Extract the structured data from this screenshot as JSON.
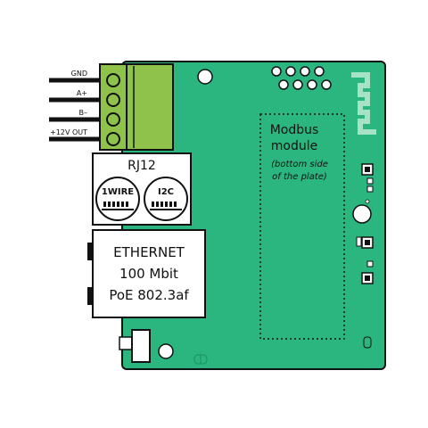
{
  "colors": {
    "pcb": "#2bb57f",
    "pcb_outline": "#111111",
    "terminal": "#8fc24a",
    "pad": "#ffffff",
    "wire": "#111111"
  },
  "pins": {
    "gnd": "GND",
    "a_plus": "A+",
    "b_minus": "B–",
    "plus12v_out": "+12V OUT"
  },
  "rj12": {
    "title": "RJ12",
    "jack1": "1WIRE",
    "jack2": "I2C"
  },
  "ethernet": {
    "line1": "ETHERNET",
    "line2": "100 Mbit",
    "line3": "PoE 802.3af"
  },
  "modbus": {
    "title1": "Modbus",
    "title2": "module",
    "note1": "(bottom side",
    "note2": "of the plate)"
  }
}
